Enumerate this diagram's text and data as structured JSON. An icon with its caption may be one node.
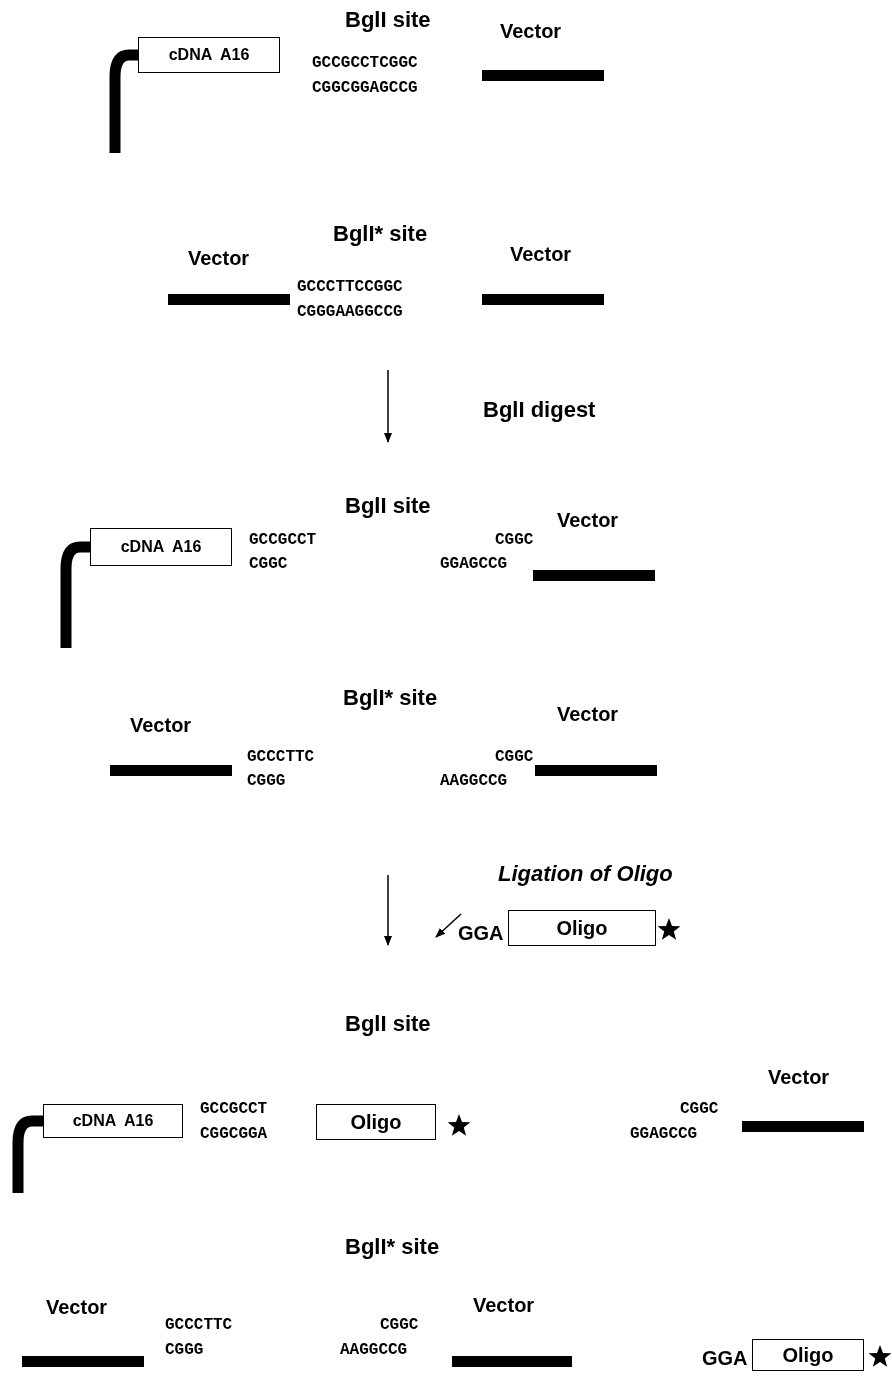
{
  "diagram": {
    "nodes": [
      {
        "text": [
          "cDNA  A16"
        ]
      },
      {
        "text": [
          "cDNA  A16"
        ]
      },
      {
        "text": [
          "Oligo"
        ],
        "beside": [
          "GGA"
        ]
      },
      {
        "text": [
          "cDNA  A16"
        ]
      },
      {
        "text": [
          "Oligo"
        ]
      },
      {
        "text": [
          "Oligo"
        ],
        "beside": [
          "GGA"
        ]
      }
    ],
    "labels": [
      "BglI site",
      "Vector",
      "GCCGCCTCGGC",
      "CGGCGGAGCCG",
      "BglI* site",
      "Vector",
      "Vector",
      "GCCCTTCCGGC",
      "CGGGAAGGCCG",
      "BglI digest",
      "BglI site",
      "Vector",
      "GCCGCCT",
      "CGGC",
      "CGGC",
      "GGAGCCG",
      "BglI* site",
      "Vector",
      "Vector",
      "GCCCTTC",
      "CGGG",
      "CGGC",
      "AAGGCCG",
      "Ligation of Oligo",
      "BglI site",
      "Vector",
      "GCCGCCT",
      "CGGCGGA",
      "CGGC",
      "GGAGCCG",
      "BglI* site",
      "Vector",
      "Vector",
      "GCCCTTC",
      "CGGG",
      "CGGC",
      "AAGGCCG"
    ]
  }
}
